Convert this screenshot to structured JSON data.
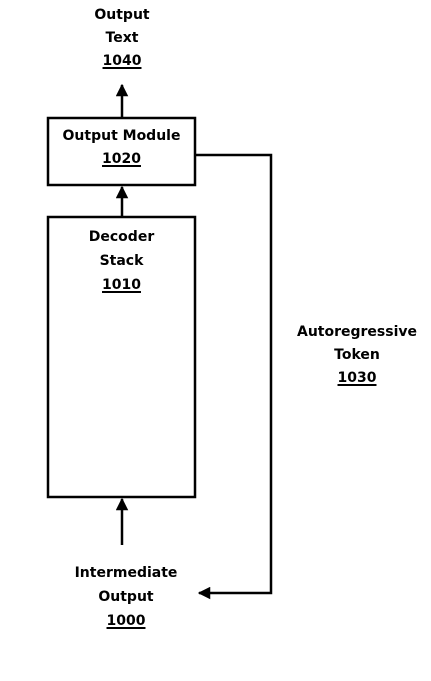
{
  "output_text": {
    "line1": "Output",
    "line2": "Text",
    "ref": "1040"
  },
  "output_module": {
    "label": "Output Module",
    "ref": "1020"
  },
  "decoder_stack": {
    "line1": "Decoder",
    "line2": "Stack",
    "ref": "1010"
  },
  "autoregressive_token": {
    "line1": "Autoregressive",
    "line2": "Token",
    "ref": "1030"
  },
  "intermediate_output": {
    "line1": "Intermediate",
    "line2": "Output",
    "ref": "1000"
  }
}
